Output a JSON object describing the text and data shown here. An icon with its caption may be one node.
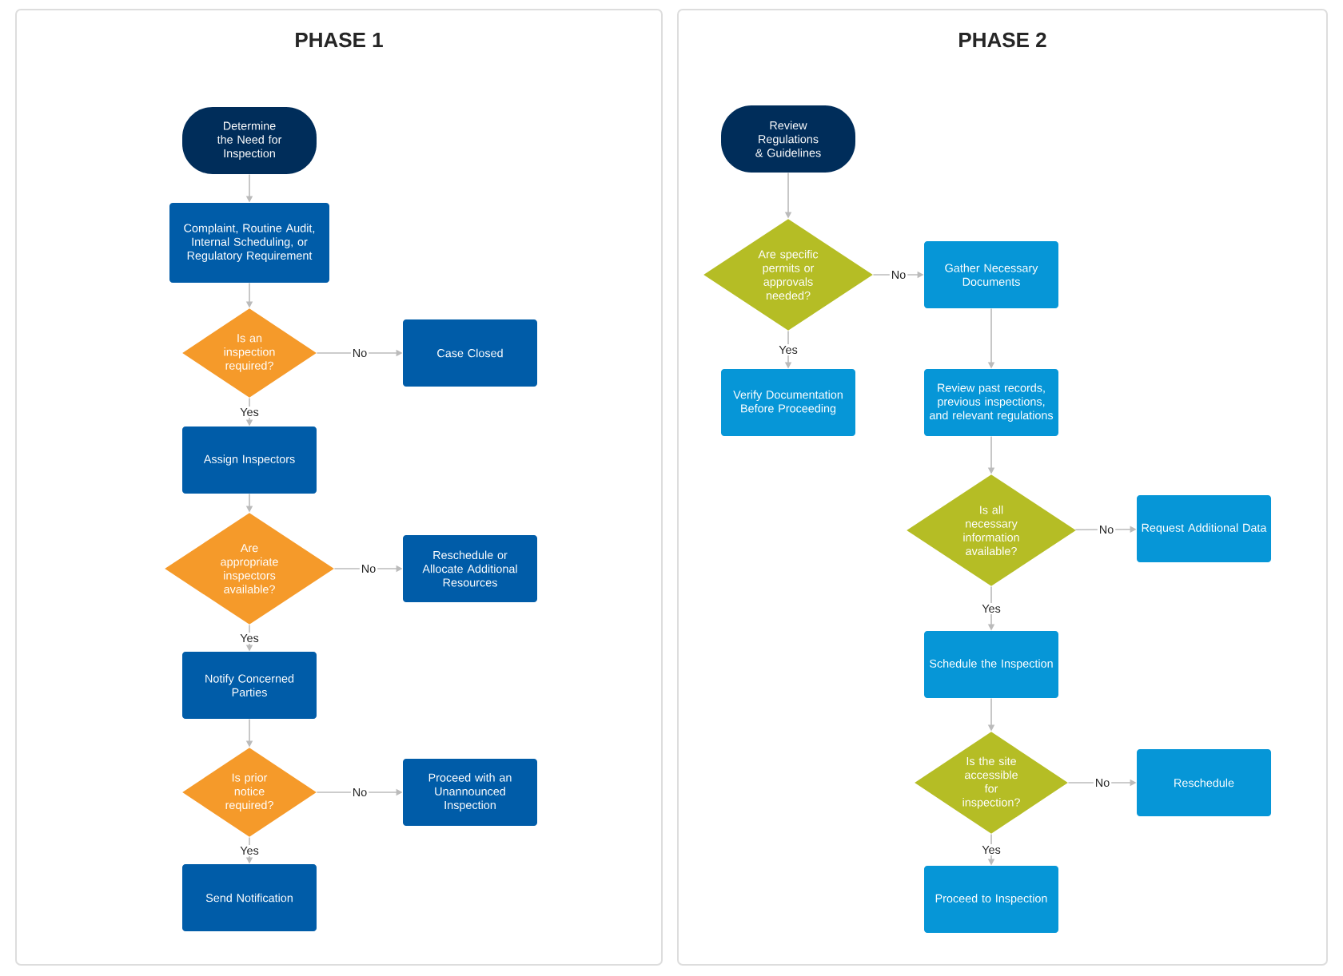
{
  "diagram": {
    "nodes": [
      {
        "text": [
          "PHASE 1"
        ]
      },
      {
        "text": [
          "Determine the Need for Inspection"
        ],
        "in": 0
      },
      {
        "text": [
          "Complaint, Routine Audit, Internal Scheduling, or Regulatory Requirement"
        ],
        "in": 0
      },
      {
        "text": [
          "Is an inspection required?"
        ],
        "in": 0
      },
      {
        "text": [
          "Case Closed"
        ],
        "in": 0
      },
      {
        "text": [
          "Assign Inspectors"
        ],
        "in": 0
      },
      {
        "text": [
          "Are appropriate inspectors available?"
        ],
        "in": 0
      },
      {
        "text": [
          "Reschedule or Allocate Additional Resources"
        ],
        "in": 0
      },
      {
        "text": [
          "Notify Concerned Parties"
        ],
        "in": 0
      },
      {
        "text": [
          "Is prior notice required?"
        ],
        "in": 0
      },
      {
        "text": [
          "Proceed with an Unannounced Inspection"
        ],
        "in": 0
      },
      {
        "text": [
          "Send Notification"
        ],
        "in": 0
      },
      {
        "text": [
          "PHASE 2"
        ]
      },
      {
        "text": [
          "Review Regulations & Guidelines"
        ],
        "in": 12
      },
      {
        "text": [
          "Are specific permits or approvals needed?"
        ],
        "in": 12
      },
      {
        "text": [
          "Gather Necessary Documents"
        ],
        "in": 12
      },
      {
        "text": [
          "Verify Documentation Before Proceeding"
        ],
        "in": 12
      },
      {
        "text": [
          "Review past records, previous inspections, and relevant regulations"
        ],
        "in": 12
      },
      {
        "text": [
          "Is all necessary information available?"
        ],
        "in": 12
      },
      {
        "text": [
          "Request Additional Data"
        ],
        "in": 12
      },
      {
        "text": [
          "Schedule the Inspection"
        ],
        "in": 12
      },
      {
        "text": [
          "Is the site accessible for inspection?"
        ],
        "in": 12
      },
      {
        "text": [
          "Reschedule"
        ],
        "in": 12
      },
      {
        "text": [
          "Proceed to Inspection"
        ],
        "in": 12
      }
    ],
    "edges": [
      {
        "from": 1,
        "to": 2,
        "arrow": "to"
      },
      {
        "from": 2,
        "to": 3,
        "arrow": "to"
      },
      {
        "from": 3,
        "to": 4,
        "arrow": "to",
        "label": "No"
      },
      {
        "from": 3,
        "to": 5,
        "arrow": "to",
        "label": "Yes"
      },
      {
        "from": 5,
        "to": 6,
        "arrow": "to"
      },
      {
        "from": 6,
        "to": 7,
        "arrow": "to",
        "label": "No"
      },
      {
        "from": 6,
        "to": 8,
        "arrow": "to",
        "label": "Yes"
      },
      {
        "from": 8,
        "to": 9,
        "arrow": "to"
      },
      {
        "from": 9,
        "to": 10,
        "arrow": "to",
        "label": "No"
      },
      {
        "from": 9,
        "to": 11,
        "arrow": "to",
        "label": "Yes"
      },
      {
        "from": 13,
        "to": 14,
        "arrow": "to"
      },
      {
        "from": 14,
        "to": 15,
        "arrow": "to",
        "label": "No"
      },
      {
        "from": 14,
        "to": 16,
        "arrow": "to",
        "label": "Yes"
      },
      {
        "from": 15,
        "to": 17,
        "arrow": "to"
      },
      {
        "from": 17,
        "to": 18,
        "arrow": "to"
      },
      {
        "from": 18,
        "to": 19,
        "arrow": "to",
        "label": "No"
      },
      {
        "from": 18,
        "to": 20,
        "arrow": "to",
        "label": "Yes"
      },
      {
        "from": 20,
        "to": 21,
        "arrow": "to"
      },
      {
        "from": 21,
        "to": 22,
        "arrow": "to",
        "label": "No"
      },
      {
        "from": 21,
        "to": 23,
        "arrow": "to",
        "label": "Yes"
      }
    ]
  }
}
